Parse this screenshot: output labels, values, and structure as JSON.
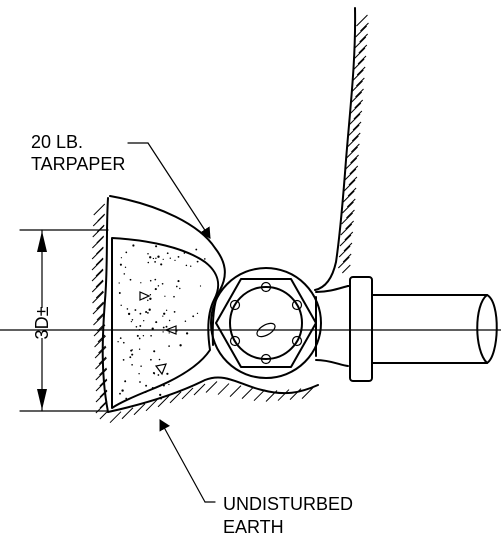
{
  "labels": {
    "tarpaper_line1": "20 LB.",
    "tarpaper_line2": "TARPAPER",
    "dimension": "3D±",
    "earth_line1": "UNDISTURBED",
    "earth_line2": "EARTH"
  },
  "colors": {
    "ink": "#000000",
    "background": "#ffffff"
  }
}
